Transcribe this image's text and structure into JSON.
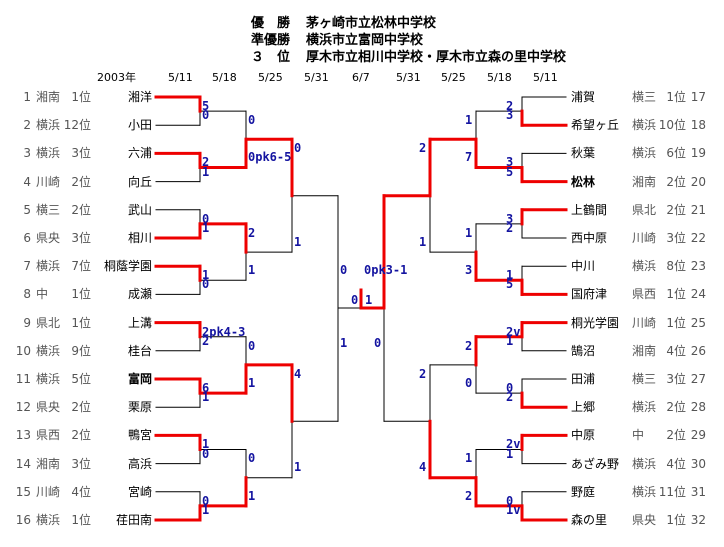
{
  "header": {
    "winner_label": "優　勝",
    "winner": "茅ヶ崎市立松林中学校",
    "runnerup_label": "準優勝",
    "runnerup": "横浜市立富岡中学校",
    "third_label": "３　位",
    "third": "厚木市立相川中学校・厚木市立森の里中学校"
  },
  "dates": {
    "year": "2003年",
    "left": [
      "5/11",
      "5/18",
      "5/25",
      "5/31"
    ],
    "center": "6/7",
    "right": [
      "5/31",
      "5/25",
      "5/18",
      "5/11"
    ]
  },
  "left_teams": [
    {
      "num": "1",
      "region": "湘南",
      "rank": "1位",
      "school": "湘洋",
      "bold": false
    },
    {
      "num": "2",
      "region": "横浜",
      "rank": "12位",
      "school": "小田",
      "bold": false
    },
    {
      "num": "3",
      "region": "横浜",
      "rank": "3位",
      "school": "六浦",
      "bold": false
    },
    {
      "num": "4",
      "region": "川崎",
      "rank": "2位",
      "school": "向丘",
      "bold": false
    },
    {
      "num": "5",
      "region": "横三",
      "rank": "2位",
      "school": "武山",
      "bold": false
    },
    {
      "num": "6",
      "region": "県央",
      "rank": "3位",
      "school": "相川",
      "bold": false
    },
    {
      "num": "7",
      "region": "横浜",
      "rank": "7位",
      "school": "桐蔭学園",
      "bold": false
    },
    {
      "num": "8",
      "region": "中",
      "rank": "1位",
      "school": "成瀬",
      "bold": false
    },
    {
      "num": "9",
      "region": "県北",
      "rank": "1位",
      "school": "上溝",
      "bold": false
    },
    {
      "num": "10",
      "region": "横浜",
      "rank": "9位",
      "school": "桂台",
      "bold": false
    },
    {
      "num": "11",
      "region": "横浜",
      "rank": "5位",
      "school": "富岡",
      "bold": true
    },
    {
      "num": "12",
      "region": "県央",
      "rank": "2位",
      "school": "栗原",
      "bold": false
    },
    {
      "num": "13",
      "region": "県西",
      "rank": "2位",
      "school": "鴨宮",
      "bold": false
    },
    {
      "num": "14",
      "region": "湘南",
      "rank": "3位",
      "school": "高浜",
      "bold": false
    },
    {
      "num": "15",
      "region": "川崎",
      "rank": "4位",
      "school": "宮崎",
      "bold": false
    },
    {
      "num": "16",
      "region": "横浜",
      "rank": "1位",
      "school": "荏田南",
      "bold": false
    }
  ],
  "right_teams": [
    {
      "num": "17",
      "region": "横三",
      "rank": "1位",
      "school": "浦賀",
      "bold": false
    },
    {
      "num": "18",
      "region": "横浜",
      "rank": "10位",
      "school": "希望ヶ丘",
      "bold": false
    },
    {
      "num": "19",
      "region": "横浜",
      "rank": "6位",
      "school": "秋葉",
      "bold": false
    },
    {
      "num": "20",
      "region": "湘南",
      "rank": "2位",
      "school": "松林",
      "bold": true
    },
    {
      "num": "21",
      "region": "県北",
      "rank": "2位",
      "school": "上鶴間",
      "bold": false
    },
    {
      "num": "22",
      "region": "川崎",
      "rank": "3位",
      "school": "西中原",
      "bold": false
    },
    {
      "num": "23",
      "region": "横浜",
      "rank": "8位",
      "school": "中川",
      "bold": false
    },
    {
      "num": "24",
      "region": "県西",
      "rank": "1位",
      "school": "国府津",
      "bold": false
    },
    {
      "num": "25",
      "region": "川崎",
      "rank": "1位",
      "school": "桐光学園",
      "bold": false
    },
    {
      "num": "26",
      "region": "湘南",
      "rank": "4位",
      "school": "鵠沼",
      "bold": false
    },
    {
      "num": "27",
      "region": "横三",
      "rank": "3位",
      "school": "田浦",
      "bold": false
    },
    {
      "num": "28",
      "region": "横浜",
      "rank": "2位",
      "school": "上郷",
      "bold": false
    },
    {
      "num": "29",
      "region": "中",
      "rank": "2位",
      "school": "中原",
      "bold": false
    },
    {
      "num": "30",
      "region": "横浜",
      "rank": "4位",
      "school": "あざみ野",
      "bold": false
    },
    {
      "num": "31",
      "region": "横浜",
      "rank": "11位",
      "school": "野庭",
      "bold": false
    },
    {
      "num": "32",
      "region": "県央",
      "rank": "1位",
      "school": "森の里",
      "bold": false
    }
  ],
  "left_r1_scores": [
    [
      "5",
      "0"
    ],
    [
      "2",
      "1"
    ],
    [
      "0",
      "1"
    ],
    [
      "1",
      "0"
    ],
    [
      "2pk4-3",
      "2"
    ],
    [
      "6",
      "1"
    ],
    [
      "1",
      "0"
    ],
    [
      "0",
      "1"
    ]
  ],
  "right_r1_scores": [
    [
      "2",
      "3"
    ],
    [
      "3",
      "5"
    ],
    [
      "3",
      "2"
    ],
    [
      "1",
      "5"
    ],
    [
      "2v",
      "1"
    ],
    [
      "0",
      "2"
    ],
    [
      "2v",
      "1"
    ],
    [
      "0",
      "1v"
    ]
  ],
  "left_r2_scores": [
    [
      "0",
      "0pk6-5"
    ],
    [
      "2",
      "1"
    ],
    [
      "0",
      "1"
    ],
    [
      "0",
      "1"
    ]
  ],
  "right_r2_scores": [
    [
      "1",
      "7"
    ],
    [
      "1",
      "3"
    ],
    [
      "2",
      "0"
    ],
    [
      "1",
      "2"
    ]
  ],
  "left_r3_scores": [
    [
      "0",
      "1"
    ],
    [
      "4",
      "1"
    ]
  ],
  "right_r3_scores": [
    [
      "2",
      "1"
    ],
    [
      "2",
      "4"
    ]
  ],
  "semi_scores": {
    "left_top": "0",
    "left_bottom": "1",
    "right_top": "0pk3-1",
    "right_bottom": "0"
  },
  "final_scores": {
    "left": "0",
    "right": "1"
  },
  "colors": {
    "win_line": "#ee0000",
    "lose_line": "#000000",
    "score": "#1414a0"
  }
}
